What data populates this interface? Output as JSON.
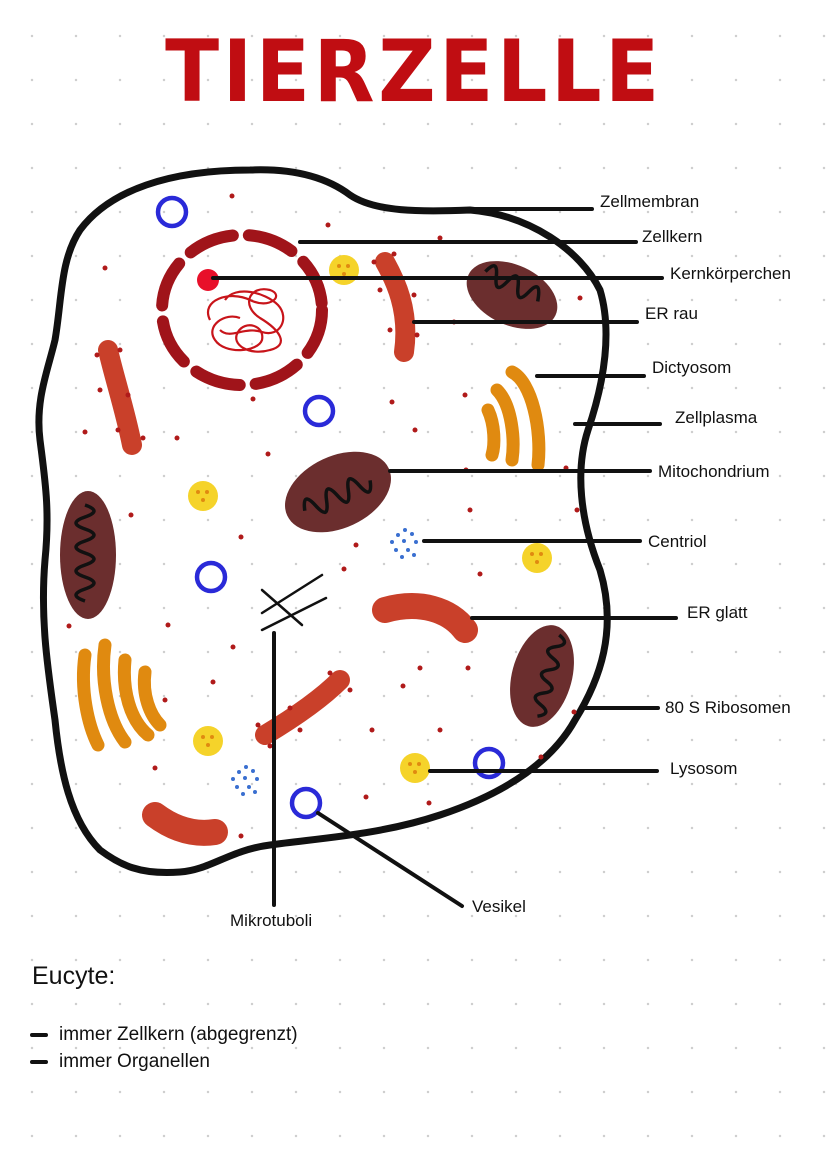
{
  "title": "TIERZELLE",
  "labels": {
    "zellmembran": "Zellmembran",
    "zellkern": "Zellkern",
    "kernkoerperchen": "Kernkörperchen",
    "er_rau": "ER rau",
    "dictyosom": "Dictyosom",
    "zellplasma": "Zellplasma",
    "mitochondrium": "Mitochondrium",
    "centriol": "Centriol",
    "er_glatt": "ER glatt",
    "ribosomen": "80 S Ribosomen",
    "lysosom": "Lysosom",
    "vesikel": "Vesikel",
    "mikrotuboli": "Mikrotuboli"
  },
  "notes": {
    "heading": "Eucyte:",
    "items": [
      "immer Zellkern (abgegrenzt)",
      "immer Organellen"
    ]
  },
  "colors": {
    "title": "#c00d12",
    "membrane": "#111111",
    "nucleus": "#a0141a",
    "nucleolus": "#e8102a",
    "er": "#c9402a",
    "mitochondrion": "#6b2e2e",
    "golgi": "#e08a10",
    "lysosome": "#f5d32a",
    "vesicle": "#2a2ad8",
    "centriole": "#3a6fd0",
    "ribosome": "#b01a1a"
  }
}
